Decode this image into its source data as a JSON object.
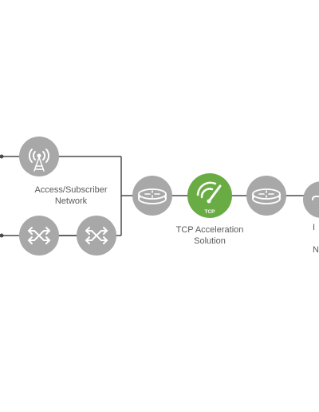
{
  "diagram": {
    "nodes": {
      "access": {
        "label_line1": "Access/Subscriber",
        "label_line2": "Network",
        "icon": "wireless-tower-icon"
      },
      "switch_left": {
        "icon": "switch-icon"
      },
      "switch_right": {
        "icon": "switch-icon"
      },
      "router_left": {
        "icon": "router-icon"
      },
      "tcp": {
        "badge": "TCP",
        "label_line1": "TCP Acceleration",
        "label_line2": "Solution",
        "icon": "speedometer-icon"
      },
      "router_right": {
        "icon": "router-icon"
      },
      "internet": {
        "label_line1": "I",
        "label_line2": "N"
      }
    },
    "colors": {
      "node_gray": "#a8a8a8",
      "line": "#4a4a4a",
      "accent_green": "#6aac44",
      "text": "#5a5a5a"
    }
  }
}
